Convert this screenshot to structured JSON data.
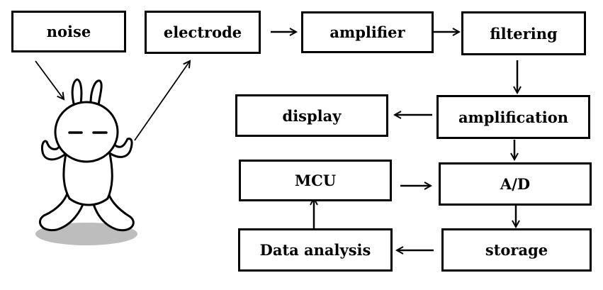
{
  "diagram": {
    "boxes": {
      "noise": "noise",
      "electrode": "electrode",
      "amplifier": "amplifier",
      "filtering": "filtering",
      "display": "display",
      "amplification": "amplification",
      "mcu": "MCU",
      "ad": "A/D",
      "data_analysis": "Data analysis",
      "storage": "storage"
    }
  }
}
